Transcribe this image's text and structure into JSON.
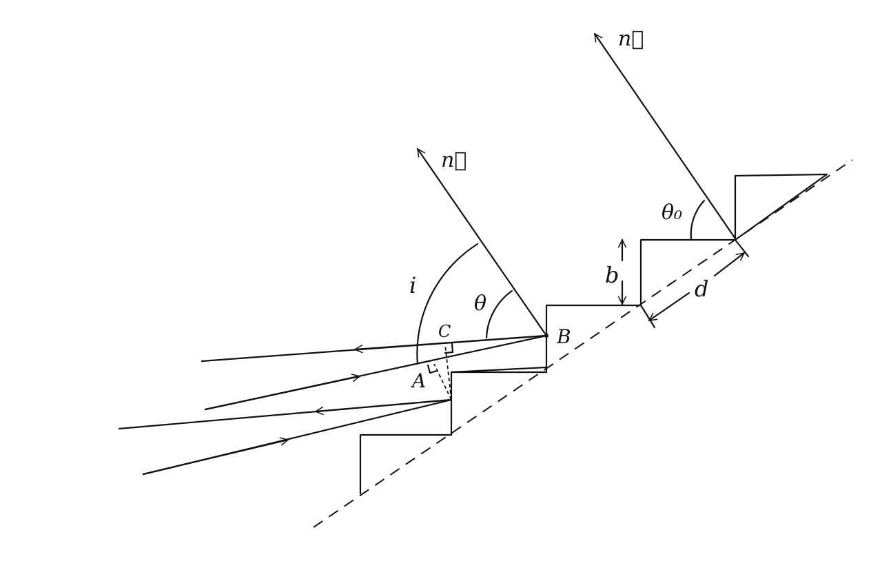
{
  "labels": {
    "normal_vec_1": "n⃗",
    "normal_vec_2": "n⃗",
    "angle_i": "i",
    "angle_theta": "θ",
    "angle_theta0": "θ₀",
    "point_A": "A",
    "point_B": "B",
    "point_C": "C",
    "step_height": "b",
    "step_spacing": "d"
  },
  "colors": {
    "ink": "#111111",
    "background": "#ffffff"
  }
}
